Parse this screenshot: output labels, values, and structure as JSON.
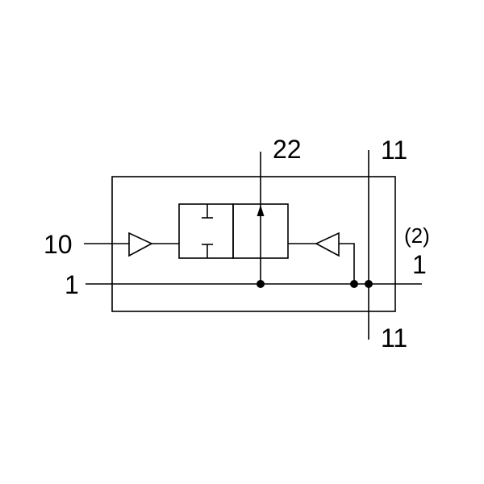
{
  "ports": {
    "pilot_in": "10",
    "supply_left": "1",
    "output_top": "22",
    "exhaust_top": "11",
    "exhaust_bottom": "11",
    "supply_right": "1",
    "supply_right_alt": "(2)"
  },
  "colors": {
    "stroke": "#000000",
    "background": "#ffffff"
  }
}
